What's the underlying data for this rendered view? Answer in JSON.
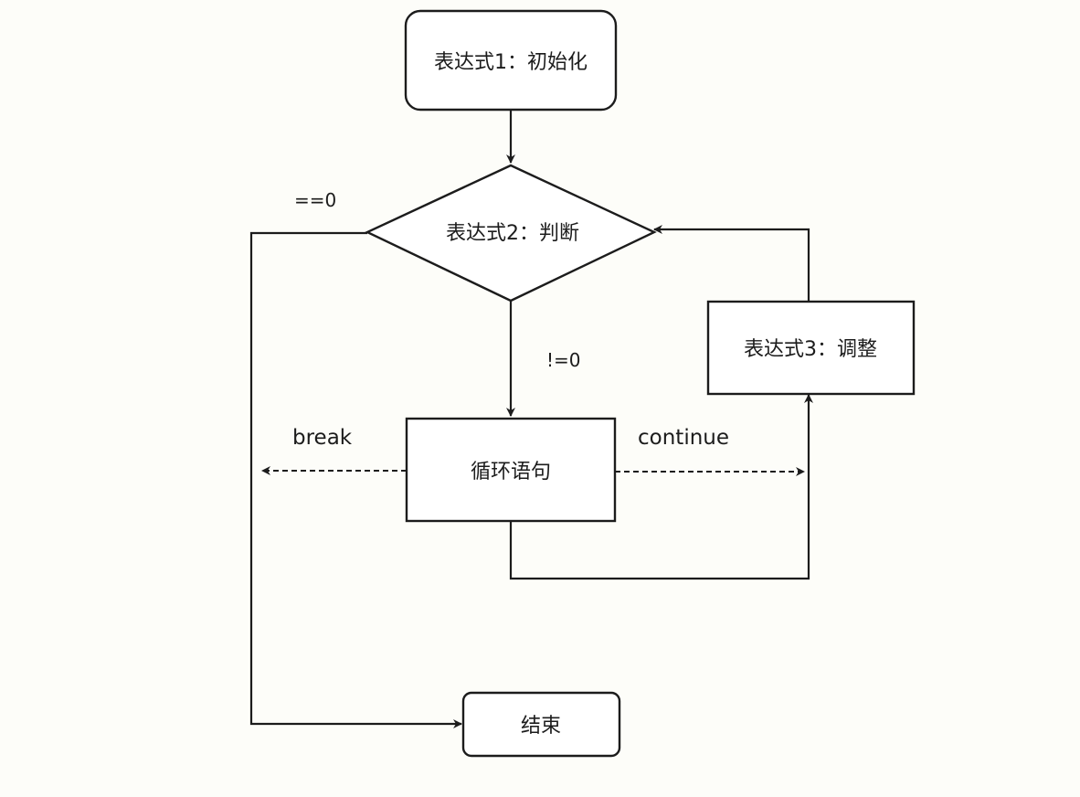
{
  "nodes": {
    "init": "表达式1：初始化",
    "judge": "表达式2：判断",
    "adjust": "表达式3：调整",
    "body": "循环语句",
    "end": "结束"
  },
  "edges": {
    "false_branch": "==0",
    "true_branch": "!=0",
    "break": "break",
    "continue": "continue"
  },
  "colors": {
    "background": "#fdfdf9",
    "stroke": "#1c1c1c",
    "text": "#1c1c1c"
  }
}
